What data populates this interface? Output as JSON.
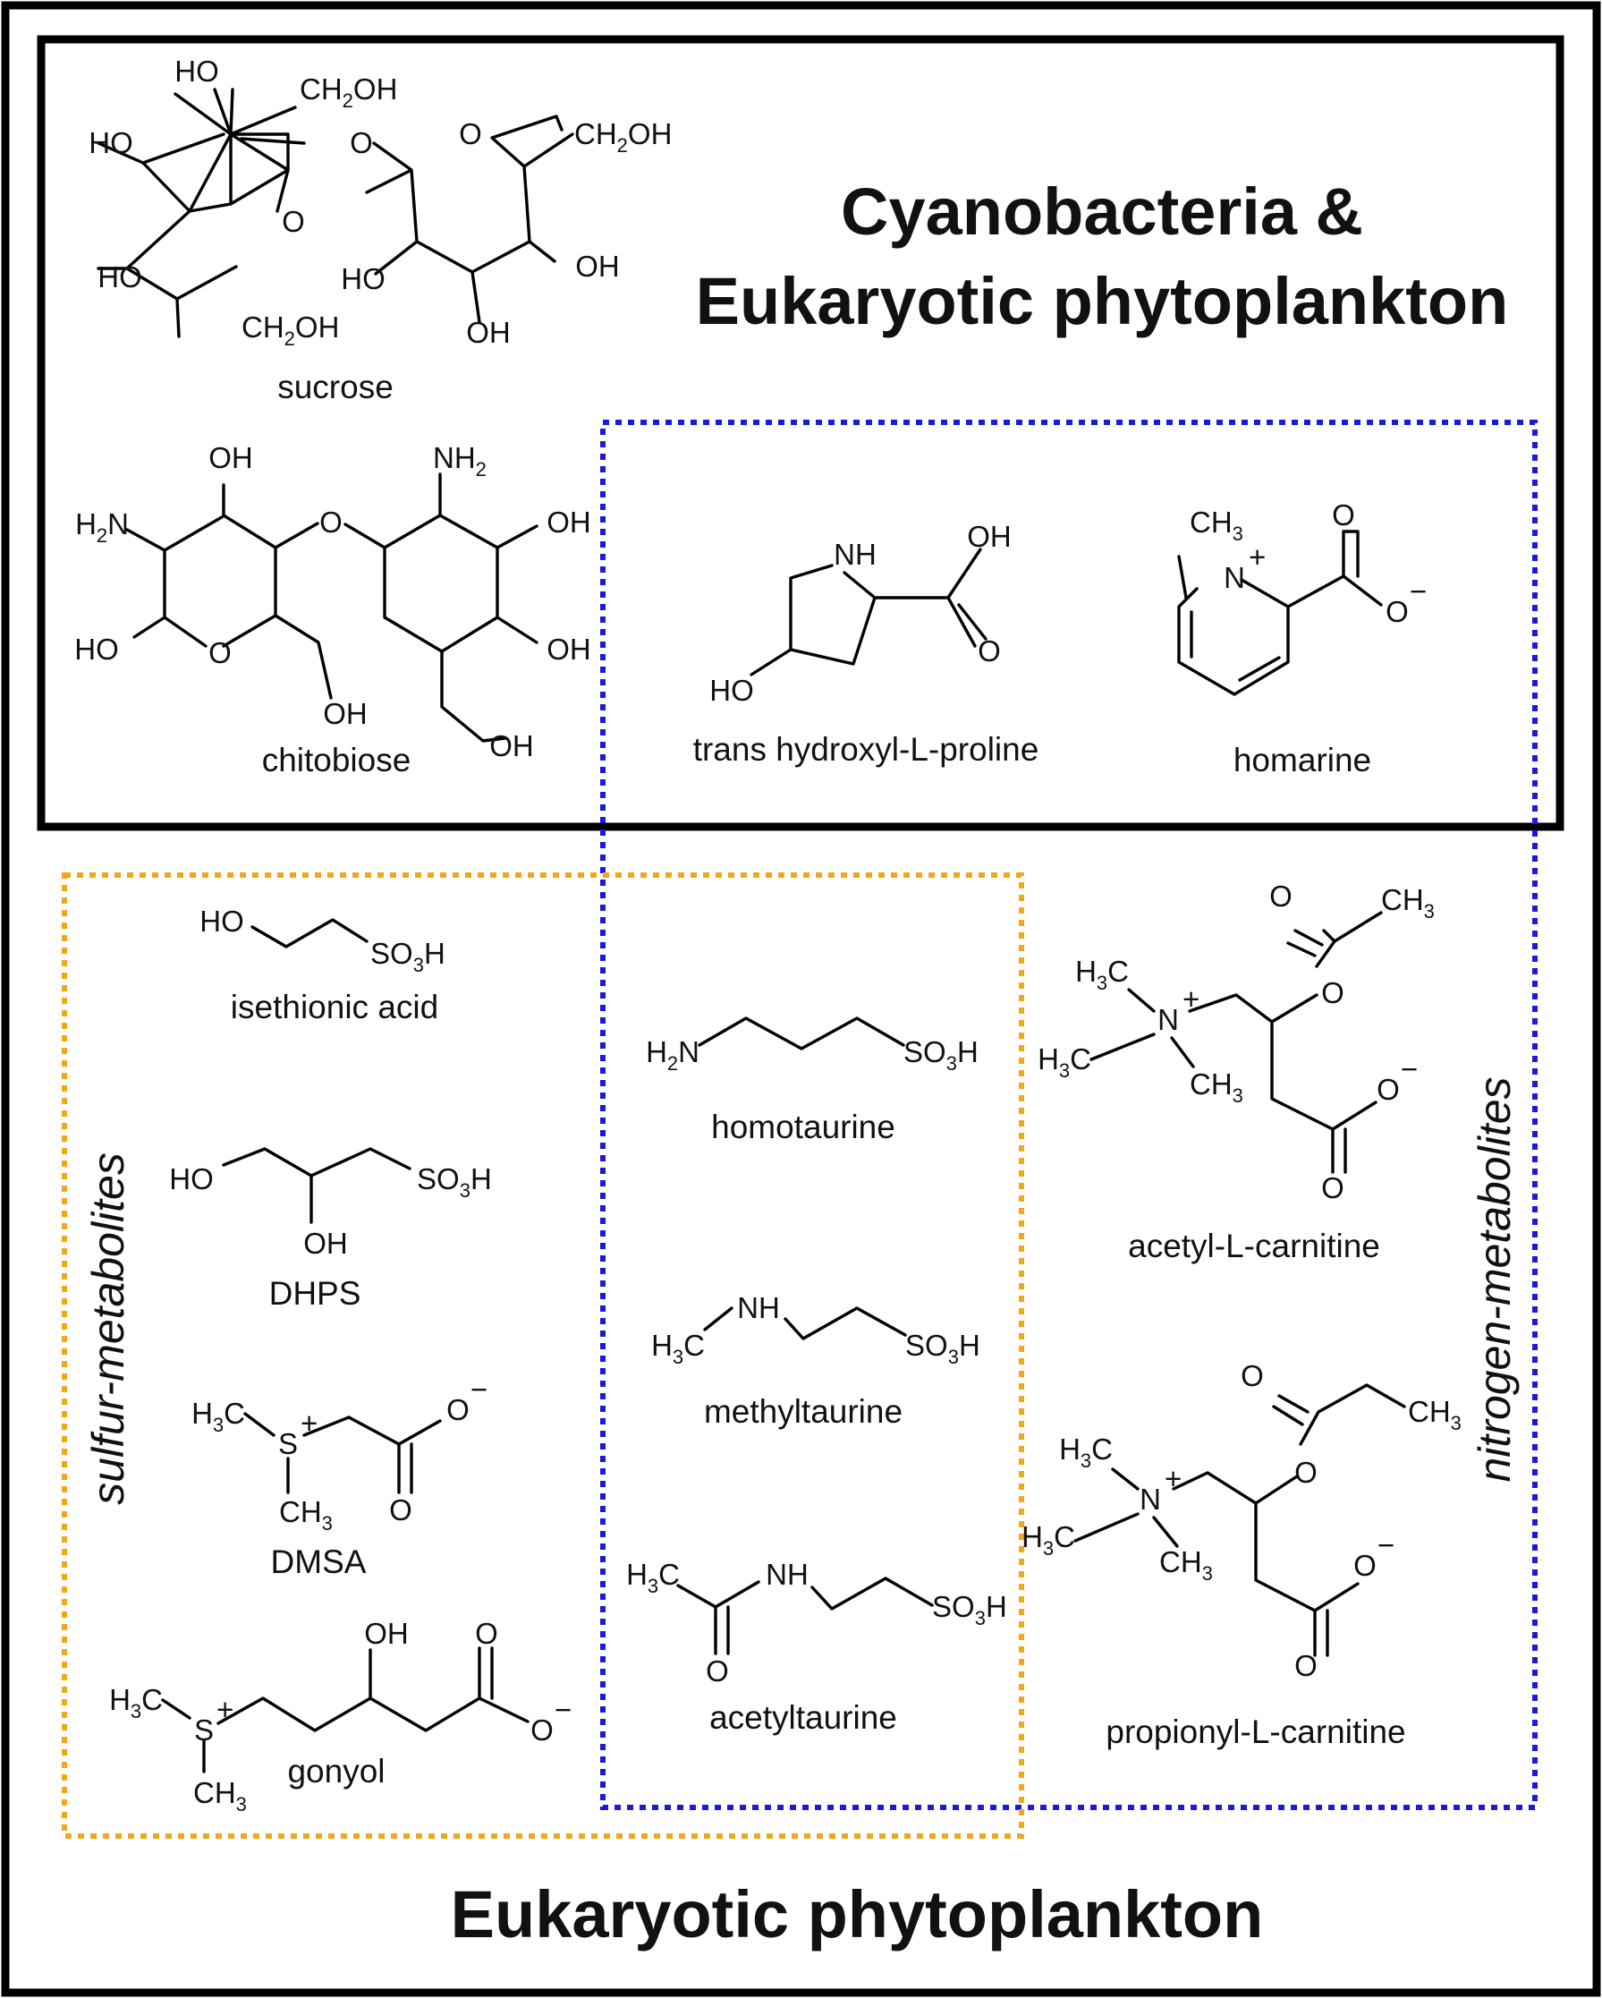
{
  "titles": {
    "top_line1": "Cyanobacteria &",
    "top_line2": "Eukaryotic phytoplankton",
    "bottom": "Eukaryotic phytoplankton"
  },
  "side_labels": {
    "sulfur": "sulfur-metabolites",
    "nitrogen": "nitrogen-metabolites"
  },
  "compounds": {
    "sucrose": "sucrose",
    "chitobiose": "chitobiose",
    "hydroxyproline": "trans hydroxyl-L-proline",
    "homarine": "homarine",
    "isethionic": "isethionic acid",
    "dhps": "DHPS",
    "dmsa": "DMSA",
    "gonyol": "gonyol",
    "homotaurine": "homotaurine",
    "methyltaurine": "methyltaurine",
    "acetyltaurine": "acetyltaurine",
    "acetylcarnitine": "acetyl-L-carnitine",
    "propionylcarnitine": "propionyl-L-carnitine"
  },
  "atoms": {
    "oh": "OH",
    "ho": "HO",
    "o": "O",
    "nh": "NH",
    "n": "N",
    "s": "S",
    "ch": "CH",
    "ch2oh_prefix": "CH",
    "oh_suffix": "OH",
    "h2n_h": "H",
    "h2n_n": "N",
    "nh2_nh": "NH",
    "h3c_h": "H",
    "h3c_c": "C",
    "so3h_so": "SO",
    "so3h_h": "H",
    "sub2": "2",
    "sub3": "3",
    "plus": "+",
    "minus": "−"
  },
  "colors": {
    "box_top": "#000000",
    "box_outer": "#000000",
    "box_nitrogen": "#1a1adb",
    "box_sulfur": "#f0a818"
  }
}
